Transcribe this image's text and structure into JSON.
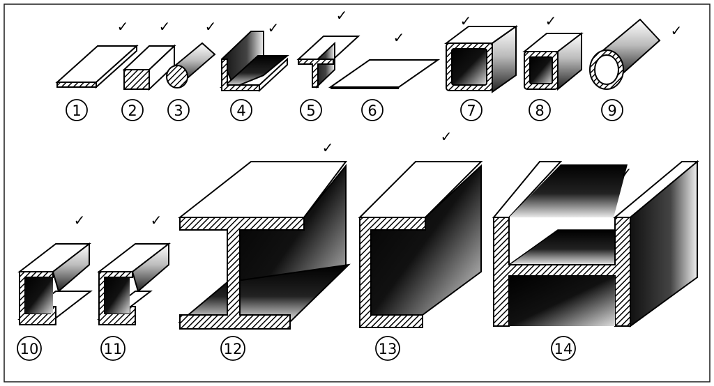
{
  "figure": {
    "labels": [
      "1",
      "2",
      "3",
      "4",
      "5",
      "6",
      "7",
      "8",
      "9",
      "10",
      "11",
      "12",
      "13",
      "14"
    ],
    "check_marks": [
      "✓",
      "✓",
      "✓",
      "✓",
      "✓",
      "✓",
      "✓",
      "✓",
      "✓",
      "✓",
      "✓",
      "✓",
      "✓",
      "✓"
    ],
    "colors": {
      "ink": "#000000",
      "paper": "#ffffff",
      "frame": "#1a1a1a"
    }
  }
}
